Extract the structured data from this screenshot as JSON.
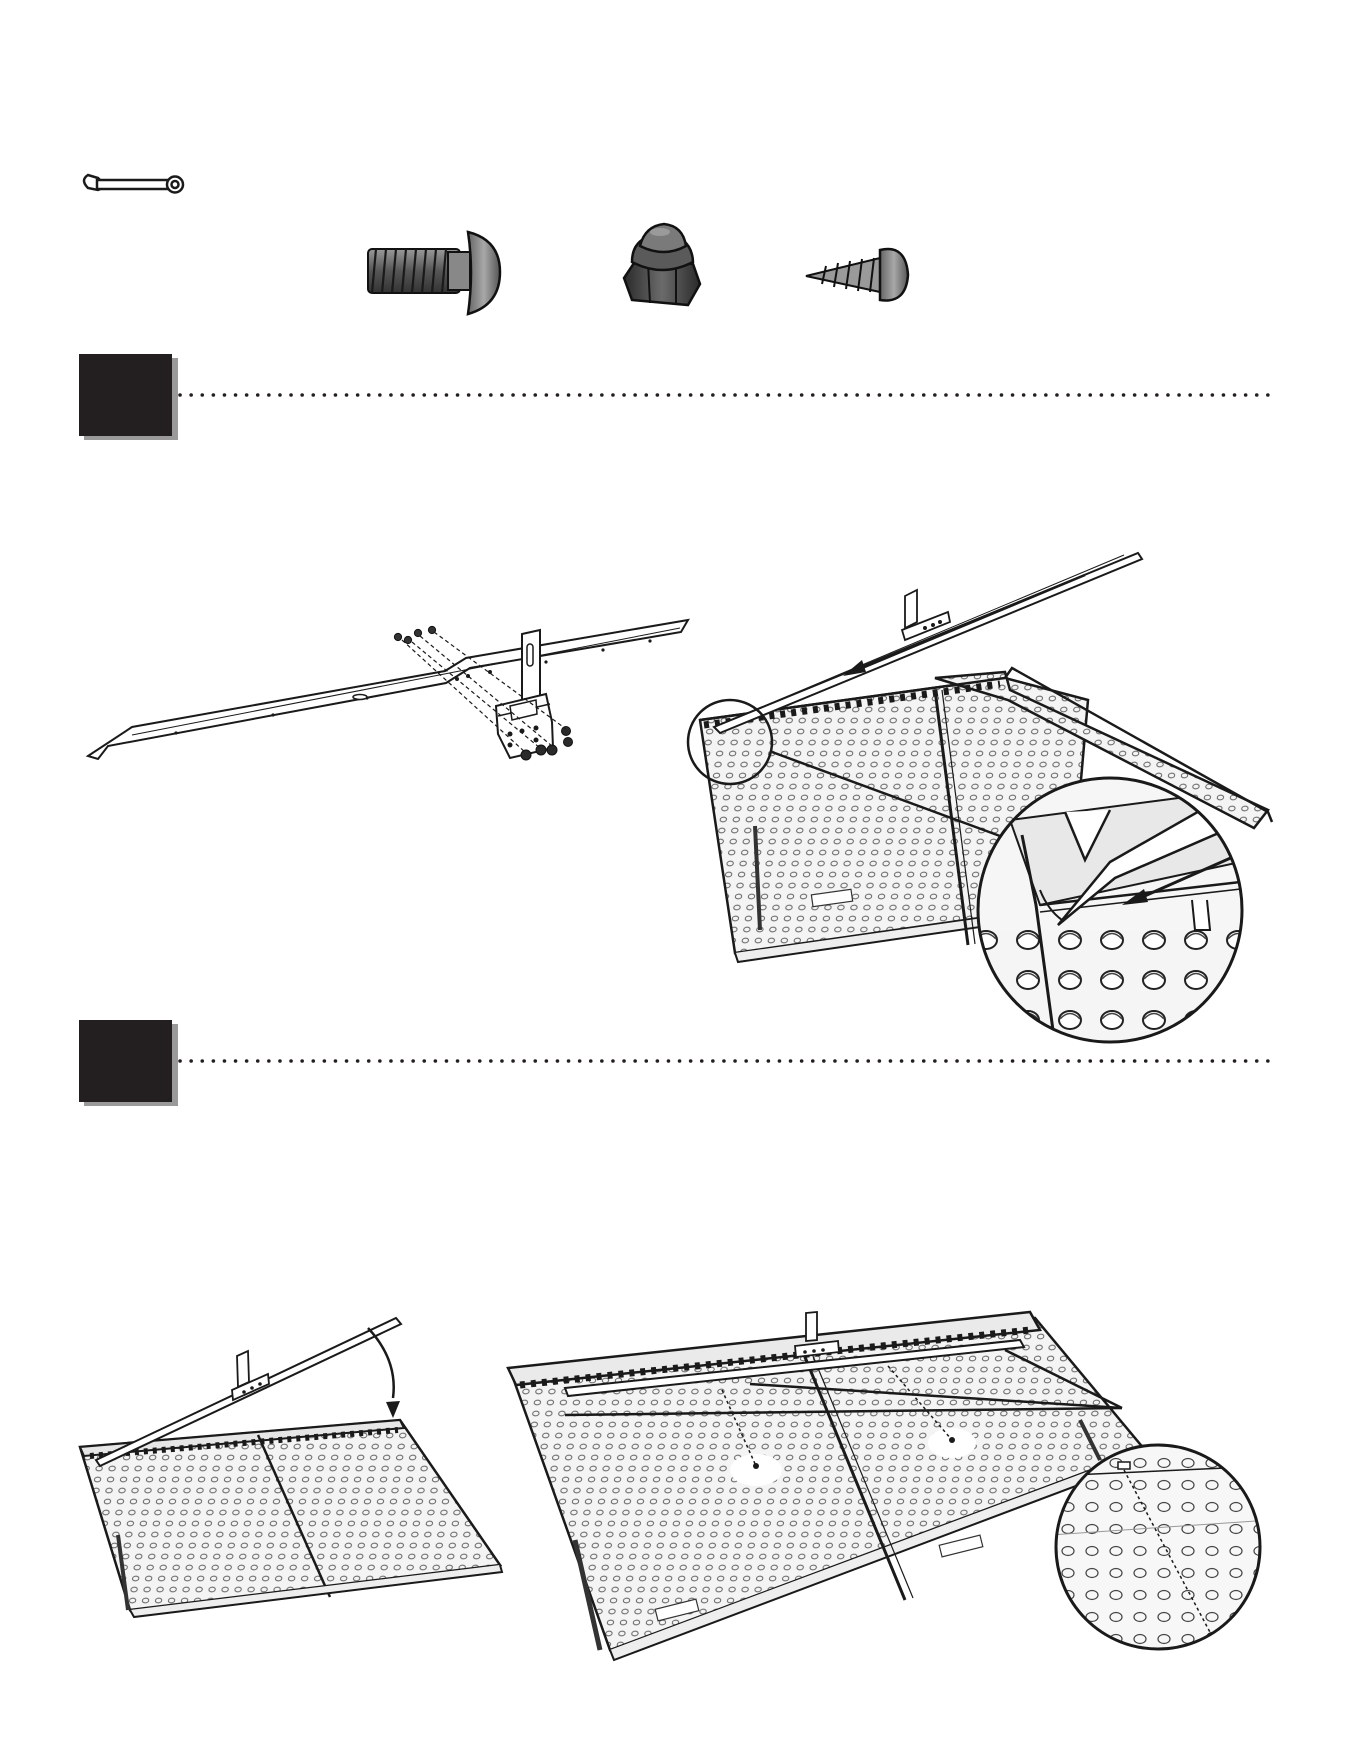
{
  "page": {
    "kind": "assembly-instructions",
    "tool_icon": "wrench-icon",
    "hardware": [
      {
        "name": "carriage-bolt",
        "icon": "carriage-bolt-icon"
      },
      {
        "name": "lock-nut",
        "icon": "lock-nut-icon"
      },
      {
        "name": "self-tapping-screw",
        "icon": "self-tapping-screw-icon"
      }
    ],
    "steps": [
      {
        "id": "step-1",
        "marker": "",
        "illustrations": [
          "rail-bracket-exploded",
          "rail-insertion-detail"
        ]
      },
      {
        "id": "step-2",
        "marker": "",
        "illustrations": [
          "rail-rotate-down",
          "rail-screw-detail"
        ]
      }
    ],
    "colors": {
      "step_marker": "#231f20",
      "step_marker_shadow": "#9a9a9a",
      "line_art": "#1a1a1a",
      "panel_fill": "#f2f2f2",
      "page_background": "#ffffff"
    }
  }
}
